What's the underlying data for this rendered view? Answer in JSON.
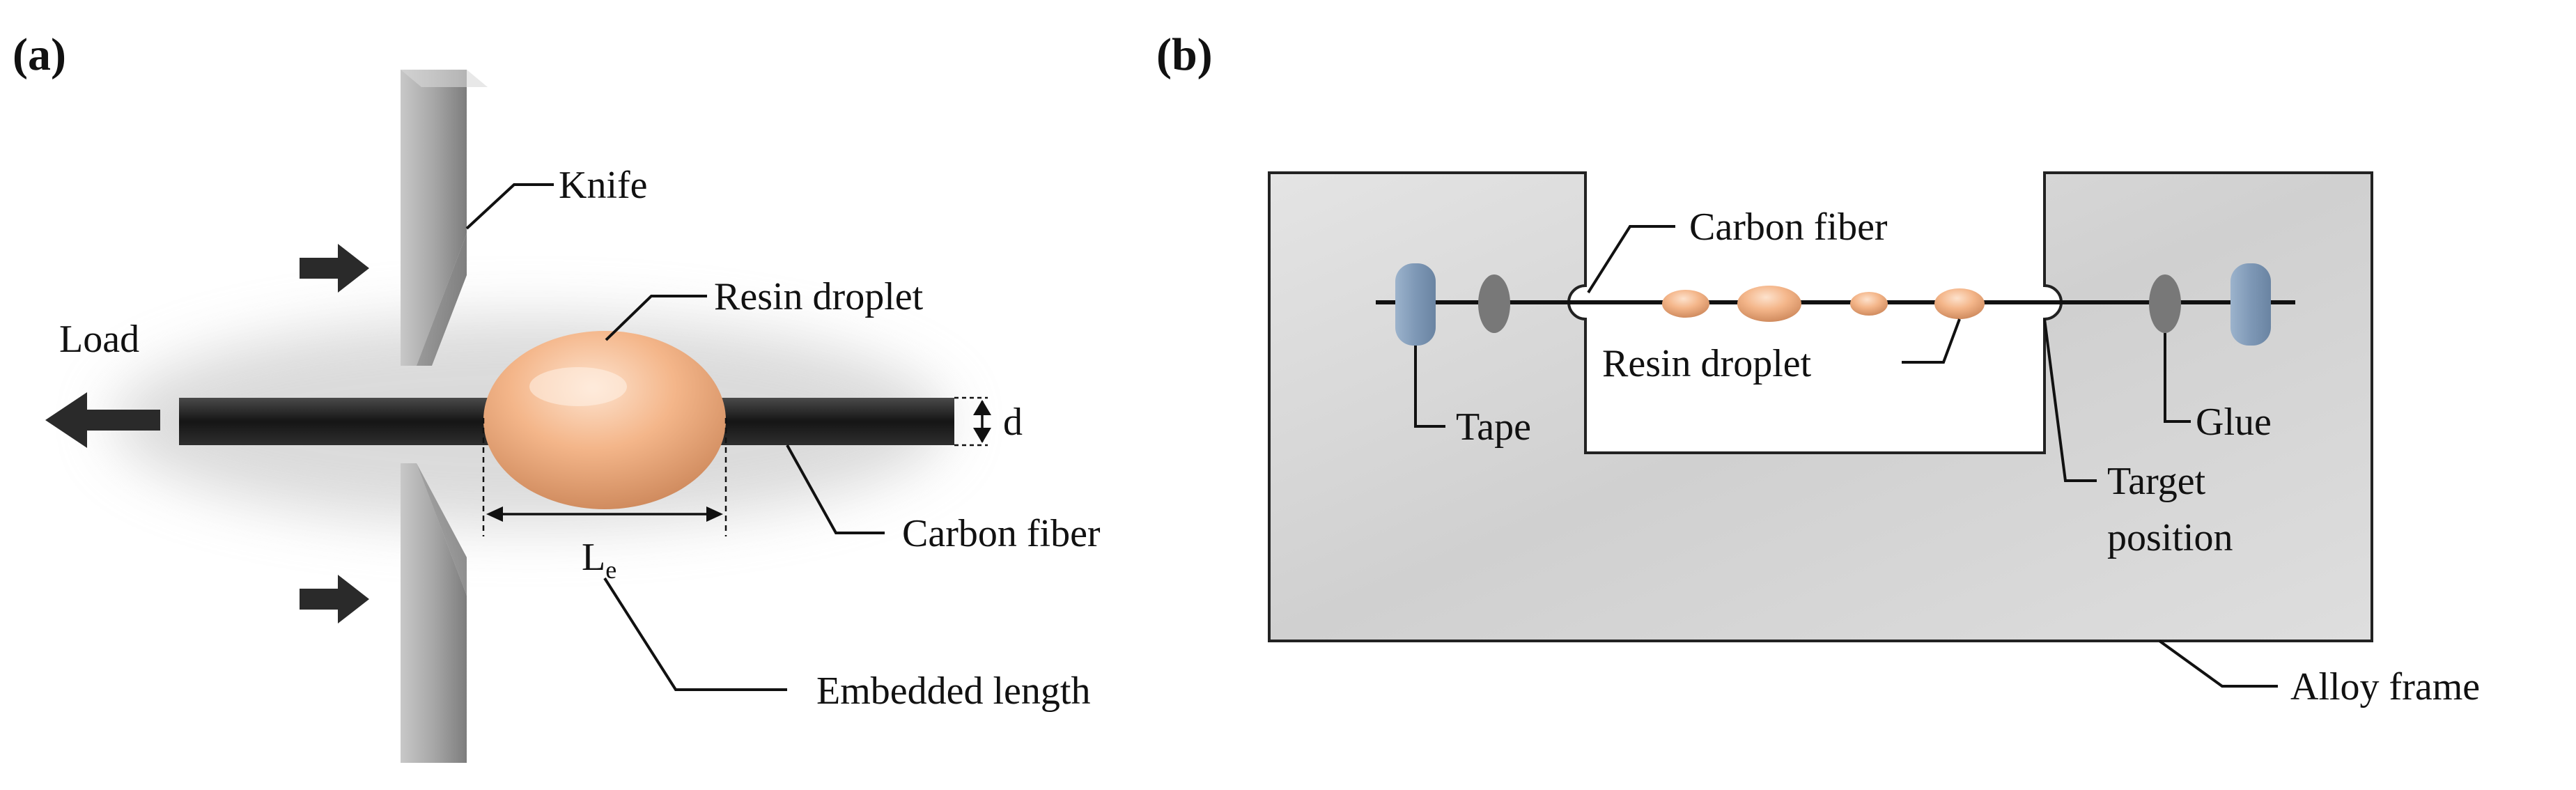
{
  "panel_a": {
    "tag": "(a)",
    "knife": "Knife",
    "resin_droplet": "Resin droplet",
    "load": "Load",
    "diameter": "d",
    "embedded_length_symbol": "L",
    "embedded_length_subscript": "e",
    "carbon_fiber": "Carbon fiber",
    "embedded_length": "Embedded length"
  },
  "panel_b": {
    "tag": "(b)",
    "carbon_fiber": "Carbon fiber",
    "resin_droplet": "Resin droplet",
    "tape": "Tape",
    "glue": "Glue",
    "target_line1": "Target",
    "target_line2": "position",
    "alloy_frame": "Alloy frame"
  },
  "colors": {
    "droplet": "#f2b487",
    "fiber": "#1c1c1c",
    "knife": "#9a9a9a",
    "tape": "#7f9ab8",
    "glue": "#7a7a7a",
    "frame": "#d7d7d7",
    "arrow": "#2a2a2a"
  }
}
